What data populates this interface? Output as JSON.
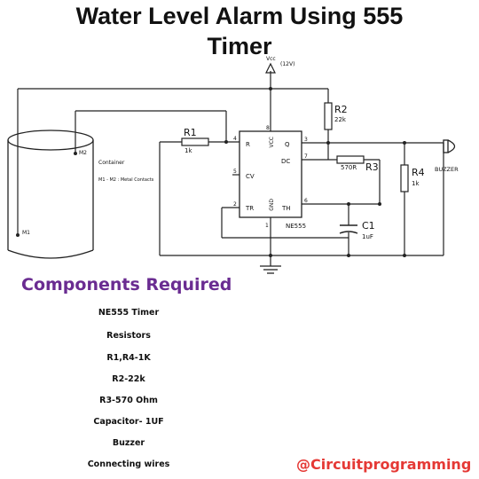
{
  "title": {
    "line1": "Water Level Alarm Using 555",
    "line2": "Timer"
  },
  "schematic": {
    "vcc_label": "Vcc",
    "vcc_voltage": "(12V)",
    "container_label": "Container",
    "contacts_note": "M1 - M2 : Metal Contacts",
    "m1": "M1",
    "m2": "M2",
    "r1": {
      "name": "R1",
      "value": "1k"
    },
    "r2": {
      "name": "R2",
      "value": "22k"
    },
    "r3": {
      "name": "R3",
      "value": "570R"
    },
    "r4": {
      "name": "R4",
      "value": "1k"
    },
    "c1": {
      "name": "C1",
      "value": "1uF"
    },
    "buzzer": "BUZZER",
    "ic": {
      "name": "NE555",
      "pin_labels": {
        "r": "R",
        "vcc": "VCC",
        "q": "Q",
        "dc": "DC",
        "cv": "CV",
        "tr": "TR",
        "gnd": "GND",
        "th": "TH"
      },
      "pin_numbers": {
        "p4": "4",
        "p8": "8",
        "p3": "3",
        "p7": "7",
        "p5": "5",
        "p2": "2",
        "p1": "1",
        "p6": "6"
      }
    }
  },
  "components": {
    "heading": "Components Required",
    "items": [
      "NE555 Timer",
      "Resistors",
      "R1,R4-1K",
      "R2-22k",
      "R3-570 Ohm",
      "Capacitor- 1UF",
      "Buzzer",
      "Connecting wires"
    ]
  },
  "brand": "@Circuitprogramming"
}
